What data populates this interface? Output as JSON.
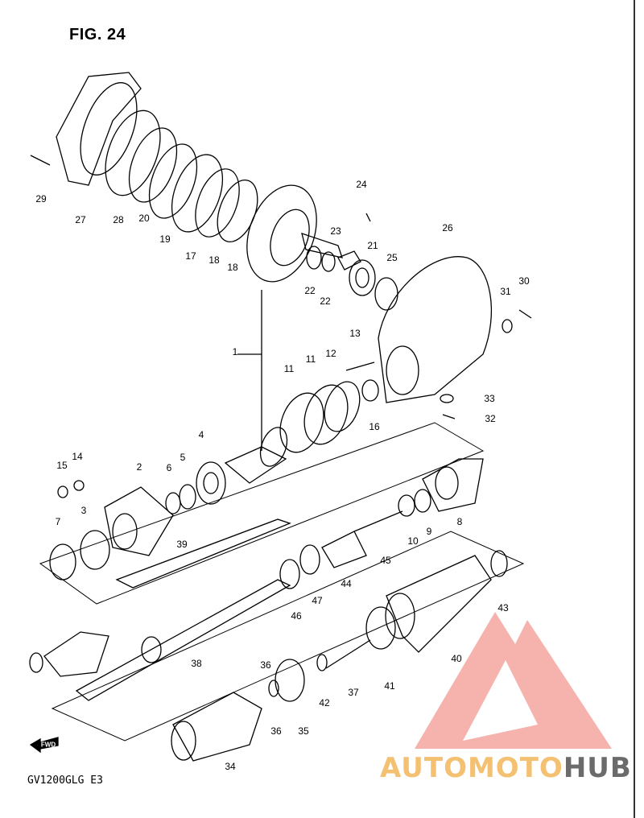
{
  "figure": {
    "title": "FIG. 24",
    "model_code": "GV1200GLG  E3"
  },
  "watermark": {
    "part1": "AUTOMOTO",
    "part2": "HUB",
    "color_primary": "#f28b82",
    "color_text1": "#f4c072",
    "color_text2": "#6b6b6b"
  },
  "fwd_label": "FWD",
  "callouts": [
    "1",
    "2",
    "3",
    "4",
    "5",
    "6",
    "7",
    "8",
    "9",
    "10",
    "11",
    "11",
    "12",
    "13",
    "14",
    "15",
    "16",
    "17",
    "18",
    "18",
    "19",
    "20",
    "21",
    "22",
    "22",
    "23",
    "24",
    "25",
    "26",
    "27",
    "28",
    "29",
    "30",
    "31",
    "32",
    "33",
    "34",
    "35",
    "36",
    "36",
    "37",
    "38",
    "39",
    "40",
    "41",
    "42",
    "43",
    "44",
    "45",
    "46",
    "47"
  ]
}
